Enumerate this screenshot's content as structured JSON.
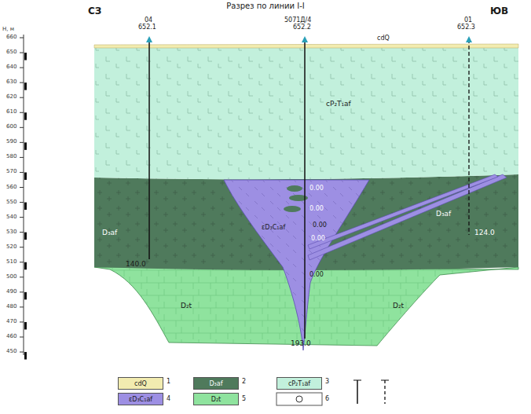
{
  "diagram": {
    "title": "Разрез по линии I-I",
    "labels": [
      "H, м",
      "660",
      "650",
      "640",
      "630",
      "620",
      "610",
      "600",
      "590",
      "580",
      "570",
      "560",
      "550",
      "540",
      "530",
      "520",
      "510",
      "500",
      "490",
      "480",
      "470",
      "460",
      "450",
      "СЗ",
      "ЮВ",
      "04",
      "652.1",
      "5071Д/4",
      "652.2",
      "01",
      "652.3",
      "cdQ",
      "cP₂T₁af",
      "D₃af",
      "D₃af",
      "εD₃C₁af",
      "D₂t",
      "D₂t",
      "0.00",
      "0.00",
      "0.00",
      "0.00",
      "0.00",
      "140.0",
      "193.0",
      "124.0",
      "1",
      "2",
      "3",
      "4",
      "5",
      "6"
    ],
    "legend": [
      {
        "text": "cdQ",
        "color": "#f2ecb0"
      },
      {
        "text": "D₃af",
        "color": "#4f7a5c"
      },
      {
        "text": "cP₂T₁af",
        "color": "#c2f0dc"
      },
      {
        "text": "εD₃C₁af",
        "color": "#9d8fe3"
      },
      {
        "text": "D₂t",
        "color": "#8fe39e"
      }
    ]
  }
}
